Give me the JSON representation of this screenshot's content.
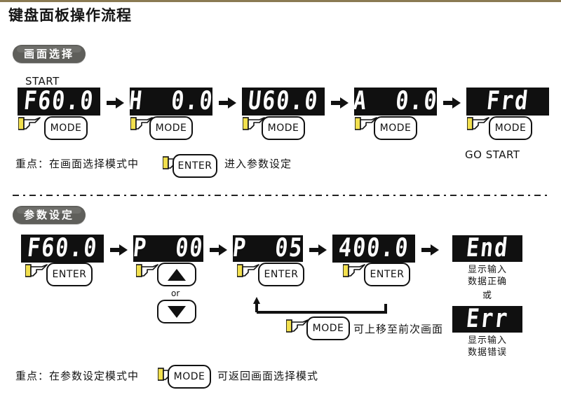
{
  "page": {
    "title": "键盘面板操作流程",
    "accent_line_color": "#8a7a52",
    "badge_color": "#5f5f5b",
    "led_bg": "#101010",
    "led_fg": "#fdfdfd",
    "hand_color": "#f2e04e"
  },
  "section1": {
    "badge": "画面选择",
    "start_label": "START",
    "go_start_label": "GO START",
    "steps": [
      {
        "display": "F60.0",
        "key": "MODE"
      },
      {
        "display": "H  0.0",
        "key": "MODE"
      },
      {
        "display": "U60.0",
        "key": "MODE"
      },
      {
        "display": "A  0.0",
        "key": "MODE"
      },
      {
        "display": "Frd",
        "key": "MODE"
      }
    ],
    "note_prefix": "重点：在画面选择模式中",
    "note_key": "ENTER",
    "note_suffix": "进入参数设定"
  },
  "section2": {
    "badge": "参数设定",
    "steps": [
      {
        "display": "F60.0",
        "key": "ENTER"
      },
      {
        "display": "P  00",
        "key": "UP_DOWN"
      },
      {
        "display": "P  05",
        "key": "ENTER"
      },
      {
        "display": "400.0",
        "key": "ENTER"
      }
    ],
    "or_label": "or",
    "up_icon": "triangle-up-icon",
    "down_icon": "triangle-down-icon",
    "loop_key": "MODE",
    "loop_text": "可上移至前次画面",
    "result_ok": {
      "display": "End",
      "caption_line1": "显示输入",
      "caption_line2": "数据正确"
    },
    "result_or": "或",
    "result_err": {
      "display": "Err",
      "caption_line1": "显示输入",
      "caption_line2": "数据错误"
    },
    "note_prefix": "重点：在参数设定模式中",
    "note_key": "MODE",
    "note_suffix": "可返回画面选择模式"
  }
}
